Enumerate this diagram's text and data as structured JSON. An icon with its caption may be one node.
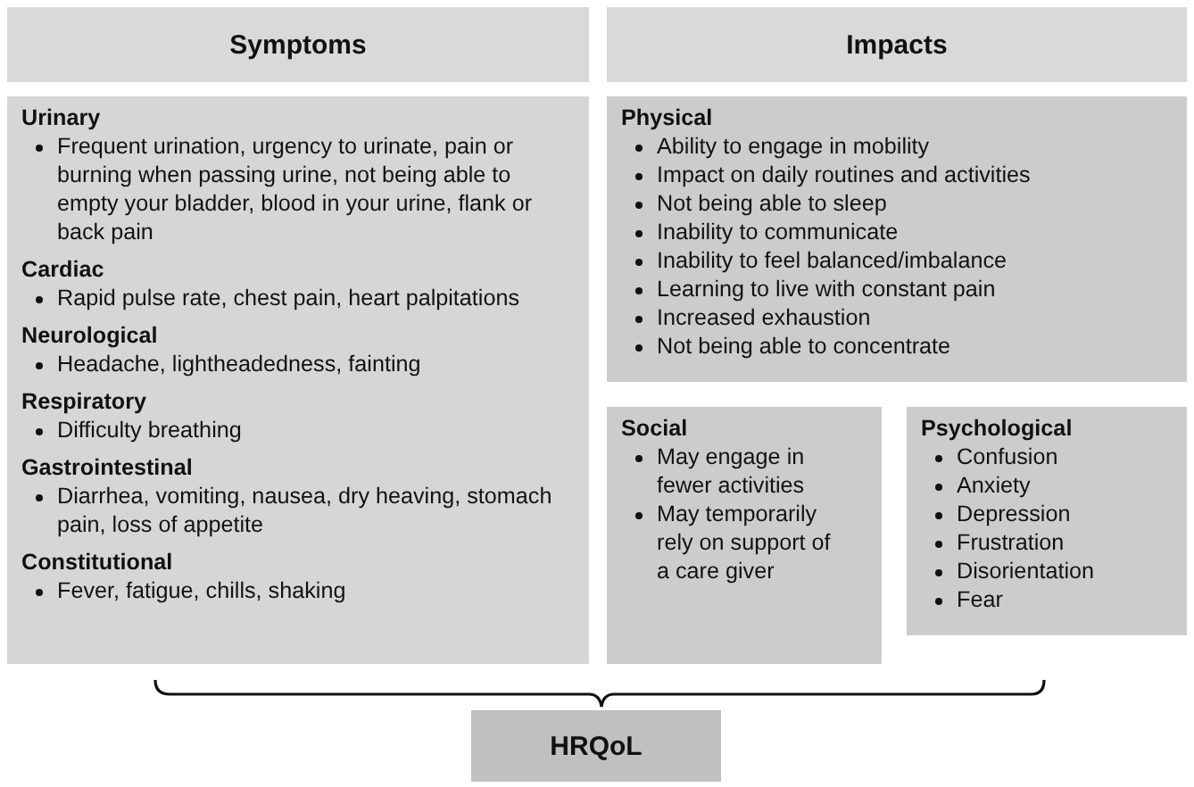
{
  "diagram": {
    "nodes": [
      {
        "text": [
          "Symptoms"
        ]
      },
      {
        "text": [
          "Urinary",
          "Frequent urination, urgency to urinate, pain or burning when passing urine, not being able to empty your bladder, blood in your urine, flank or back pain",
          "Cardiac",
          "Rapid pulse rate, chest pain, heart palpitations",
          "Neurological",
          "Headache, lightheadedness, fainting",
          "Respiratory",
          "Difficulty breathing",
          "Gastrointestinal",
          "Diarrhea, vomiting, nausea, dry heaving, stomach pain, loss of appetite",
          "Constitutional",
          "Fever, fatigue, chills, shaking"
        ]
      },
      {
        "text": [
          "Impacts"
        ]
      },
      {
        "text": [
          "Physical",
          "Ability to engage in mobility",
          "Impact on daily routines and activities",
          "Not being able to sleep",
          "Inability to communicate",
          "Inability to feel balanced/imbalance",
          "Learning to live with constant pain",
          "Increased exhaustion",
          "Not being able to concentrate"
        ]
      },
      {
        "text": [
          "Social",
          "May engage in fewer activities",
          "May temporarily rely on support of a care giver"
        ]
      },
      {
        "text": [
          "Psychological",
          "Confusion",
          "Anxiety",
          "Depression",
          "Frustration",
          "Disorientation",
          "Fear"
        ]
      },
      {
        "text": [
          "HRQoL"
        ]
      }
    ]
  }
}
